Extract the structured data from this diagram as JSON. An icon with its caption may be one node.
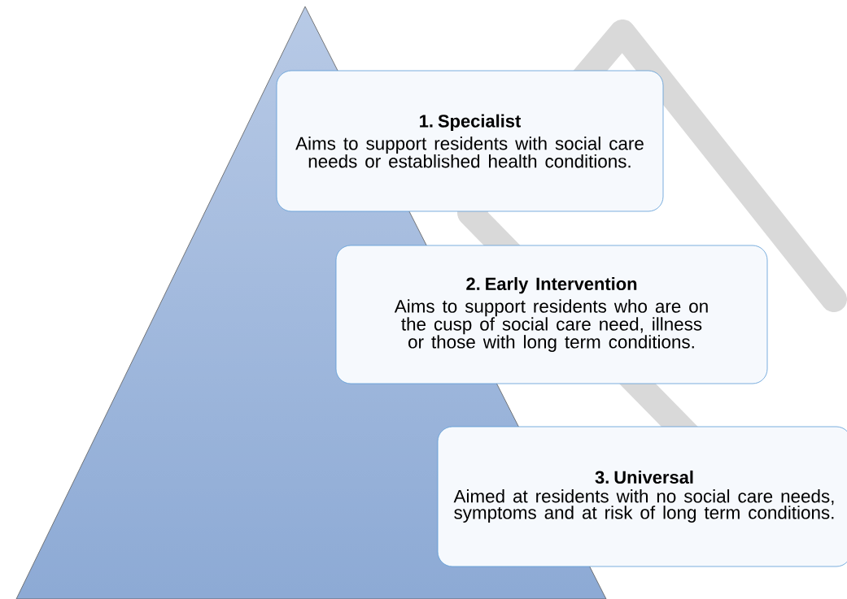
{
  "diagram": {
    "nodes": [
      {
        "text": [
          "1. Specialist",
          "Aims to support residents with social care needs or established health conditions."
        ]
      },
      {
        "text": [
          "2. Early Intervention",
          "Aims to support residents who are on the cusp of social care need, illness or those with long term conditions."
        ]
      },
      {
        "text": [
          "3. Universal",
          "Aimed at residents with no social care needs, symptoms and at risk of long term conditions."
        ]
      }
    ]
  }
}
